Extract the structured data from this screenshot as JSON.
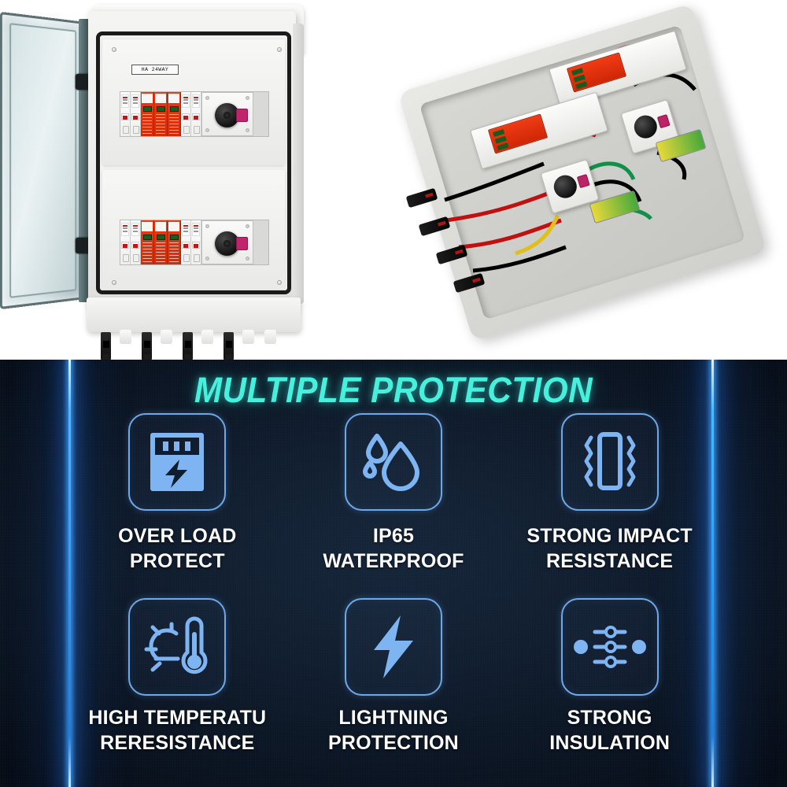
{
  "product_photos": {
    "left": {
      "alt_name": "solar-pv-combiner-box-open-door-front-view",
      "enclosure_label": "HA 24WAY",
      "component_counts": {
        "mcb": 4,
        "spd": 3,
        "rotary_isolator": 1,
        "mc4_connectors": 4
      },
      "rows": 2
    },
    "right": {
      "alt_name": "solar-pv-combiner-box-open-top-down-view",
      "component_counts": {
        "mcb": 8,
        "spd": 2,
        "rotary_isolator": 2,
        "terminal_blocks": 2,
        "mc4_connectors": 4
      }
    }
  },
  "panel": {
    "title": "MULTIPLE PROTECTION",
    "colors": {
      "title_cyan": "#47efdd",
      "icon_blue": "#7fb4f2",
      "icon_border": "#6fa8e8",
      "light_bar": "#49b9ff",
      "background_dark": "#101d2e",
      "caption_white": "#fdfdfd"
    },
    "features": [
      {
        "icon": "electric-meter-bolt-icon",
        "label": "OVER LOAD\nPROTECT"
      },
      {
        "icon": "water-drops-icon",
        "label": "IP65\nWATERPROOF"
      },
      {
        "icon": "impact-vibration-icon",
        "label": "STRONG IMPACT\nRESISTANCE"
      },
      {
        "icon": "sun-thermometer-icon",
        "label": "HIGH TEMPERATU\nRERESISTANCE"
      },
      {
        "icon": "lightning-bolt-icon",
        "label": "LIGHTNING\nPROTECTION"
      },
      {
        "icon": "insulation-sliders-icon",
        "label": "STRONG\nINSULATION"
      }
    ]
  }
}
